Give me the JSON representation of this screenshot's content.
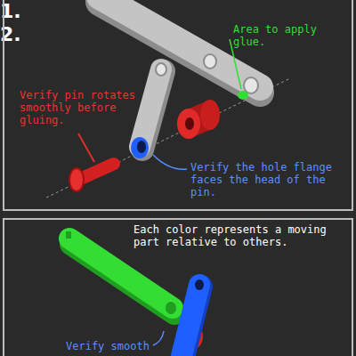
{
  "diagram": {
    "labels": [
      "1.",
      "Area to apply glue.",
      "Verify pin rotates smoothly before gluing.",
      "Verify the hole flange faces the head of the pin.",
      "2.",
      "Each color represents a moving part relative to others.",
      "Verify smooth"
    ]
  }
}
